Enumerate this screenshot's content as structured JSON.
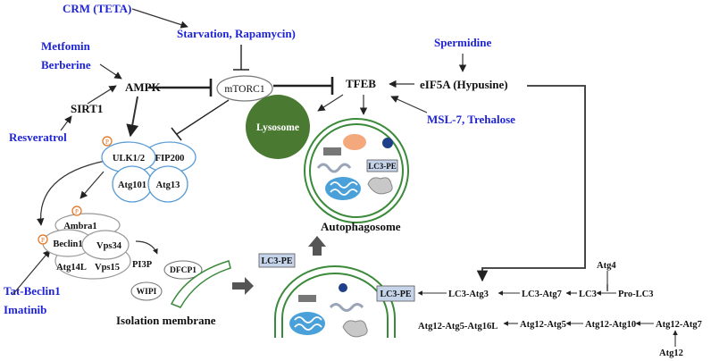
{
  "regulators": {
    "crm": "CRM (TETA)",
    "starvation": "Starvation, Rapamycin)",
    "metformin": "Metfomin",
    "berberine": "Berberine",
    "resveratrol": "Resveratrol",
    "spermidine": "Spermidine",
    "msl7": "MSL-7, Trehalose",
    "tat_beclin": "Tat-Beclin1",
    "imatinib": "Imatinib"
  },
  "nodes": {
    "ampk": "AMPK",
    "sirt1": "SIRT1",
    "mtorc1": "mTORC1",
    "tfeb": "TFEB",
    "eif5a": "eIF5A (Hypusine)",
    "lysosome": "Lysosome",
    "autophagosome": "Autophagosome",
    "isolation_membrane": "Isolation membrane",
    "pi3p": "PI3P",
    "dfcp1": "DFCP1",
    "wipi": "WIPI",
    "phospho": "P"
  },
  "ulk_complex": {
    "ulk12": "ULK1/2",
    "fip200": "FIP200",
    "atg101": "Atg101",
    "atg13": "Atg13"
  },
  "pi3k_complex": {
    "ambra1": "Ambra1",
    "beclin1": "Beclin1",
    "vps34": "Vps34",
    "atg14l": "Atg14L",
    "vps15": "Vps15"
  },
  "lc3_pathway": {
    "lc3pe": "LC3-PE",
    "lc3_atg3": "LC3-Atg3",
    "lc3_atg7": "LC3-Atg7",
    "lc3": "LC3",
    "pro_lc3": "Pro-LC3",
    "atg4": "Atg4"
  },
  "atg12_pathway": {
    "atg12_5_16": "Atg12-Atg5-Atg16L",
    "atg12_5": "Atg12-Atg5",
    "atg12_10": "Atg12-Atg10",
    "atg12_7": "Atg12-Atg7",
    "atg12": "Atg12"
  },
  "colors": {
    "regulator_text": "#1f24d6",
    "complex_outline": "#5a9bd5",
    "lysosome_fill": "#4a7a32",
    "membrane_green": "#3a8a3a",
    "lc3pe_box": "#c6d4ea"
  }
}
